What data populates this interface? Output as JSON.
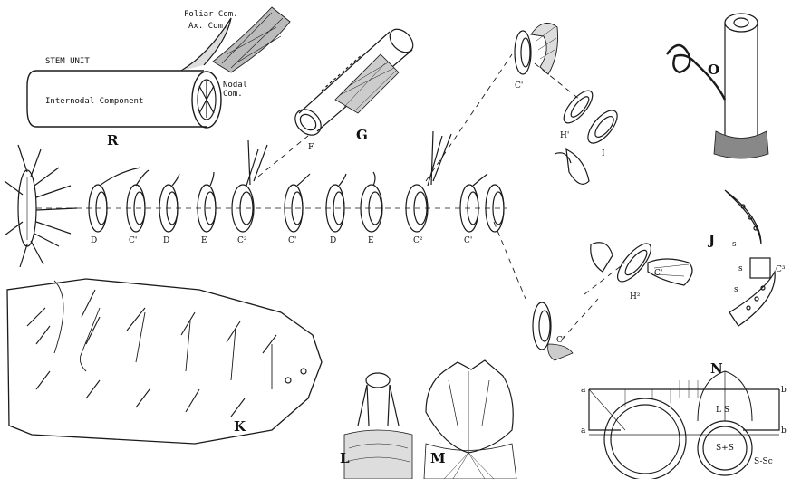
{
  "figure_labels": {
    "R": "R",
    "G": "G",
    "O": "O",
    "K": "K",
    "L": "L",
    "M": "M",
    "N": "N",
    "J": "J",
    "C1_top": "C'",
    "H1": "H'",
    "I": "I",
    "H2": "H²",
    "C1_lower": "C'",
    "C3_right": "C'",
    "C3_j": "C³",
    "F_g": "F"
  },
  "stem_unit": {
    "title": "STEM UNIT",
    "internodal": "Internodal Component",
    "foliar": "Foliar Com.",
    "axillary": "Ax. Com.",
    "nodal_a": "Nodal",
    "nodal_b": "Com."
  },
  "sequence_labels": [
    "D",
    "C'",
    "D",
    "E",
    "C²",
    "C'",
    "D",
    "E",
    "C²",
    "C'"
  ],
  "n_labels": {
    "a_top": "a",
    "a_bottom": "a",
    "b_top": "b",
    "b_bottom": "b",
    "ls": "L S",
    "sts": "S+S",
    "ssc": "S-Sc"
  },
  "j_labels": {
    "s1": "s",
    "s2": "s",
    "s3": "s",
    "c3": "C³"
  }
}
